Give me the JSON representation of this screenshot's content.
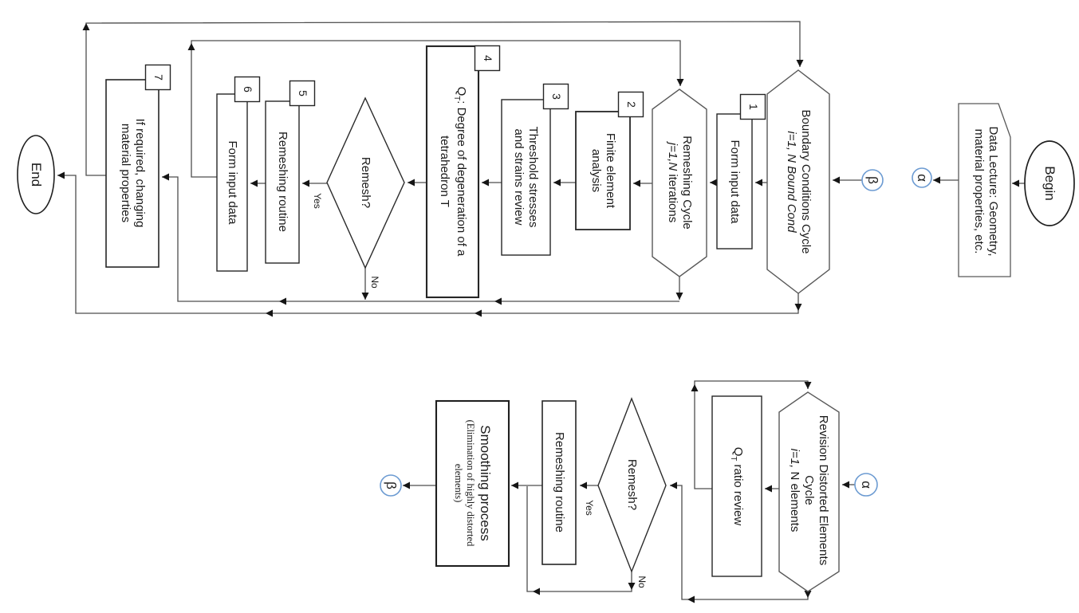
{
  "colors": {
    "connector_blue": "#6C9BD2",
    "line_gray": "#4d4d4d",
    "shape_gray": "#595959"
  },
  "top_chart": {
    "begin_label": "Begin",
    "data_card": {
      "line1": "Data Lecture: Geometry,",
      "line2": "material properties, etc."
    },
    "alpha": "α",
    "beta": "β",
    "boundary_hex": {
      "line1": "Boundary Conditions Cycle",
      "line2": "i=1, N Bound Cond"
    },
    "step1": {
      "num": "1",
      "label": "Form input data"
    },
    "remeshing_hex": {
      "line1": "Remeshing Cycle",
      "line2_italic": "j=1,N",
      "line2_rest": " iterations"
    },
    "step2": {
      "num": "2",
      "line1": "Finite element",
      "line2": "analysis"
    },
    "step3": {
      "num": "3",
      "line1": "Threshold stresses",
      "line2": "and strains review"
    },
    "step4": {
      "num": "4",
      "q": "Q",
      "q_sub": "T",
      "line1_rest": ": Degree of degeneration of a",
      "line2": "tetrahedron T"
    },
    "remesh": {
      "label": "Remesh?",
      "yes": "Yes",
      "no": "No"
    },
    "step5": {
      "num": "5",
      "label": "Remeshing routine"
    },
    "step6": {
      "num": "6",
      "label": "Form input data"
    },
    "step7": {
      "num": "7",
      "line1": "If required, changing",
      "line2": "material properties"
    },
    "end_label": "End"
  },
  "bottom_chart": {
    "alpha": "α",
    "beta": "β",
    "revision_hex": {
      "line1": "Revision Distorted Elements",
      "line2": "Cycle",
      "line3_italic": "i=1,",
      "line3_rest": " N elements"
    },
    "qt_review": {
      "q": "Q",
      "q_sub": "T",
      "rest": " ratio review"
    },
    "remesh": {
      "label": "Remesh?",
      "yes": "Yes",
      "no": "No"
    },
    "remeshing_routine": "Remeshing routine",
    "smoothing": {
      "line1": "Smoothing process",
      "line2": "(Elimination of highly distorted",
      "line3": "elements)"
    }
  }
}
